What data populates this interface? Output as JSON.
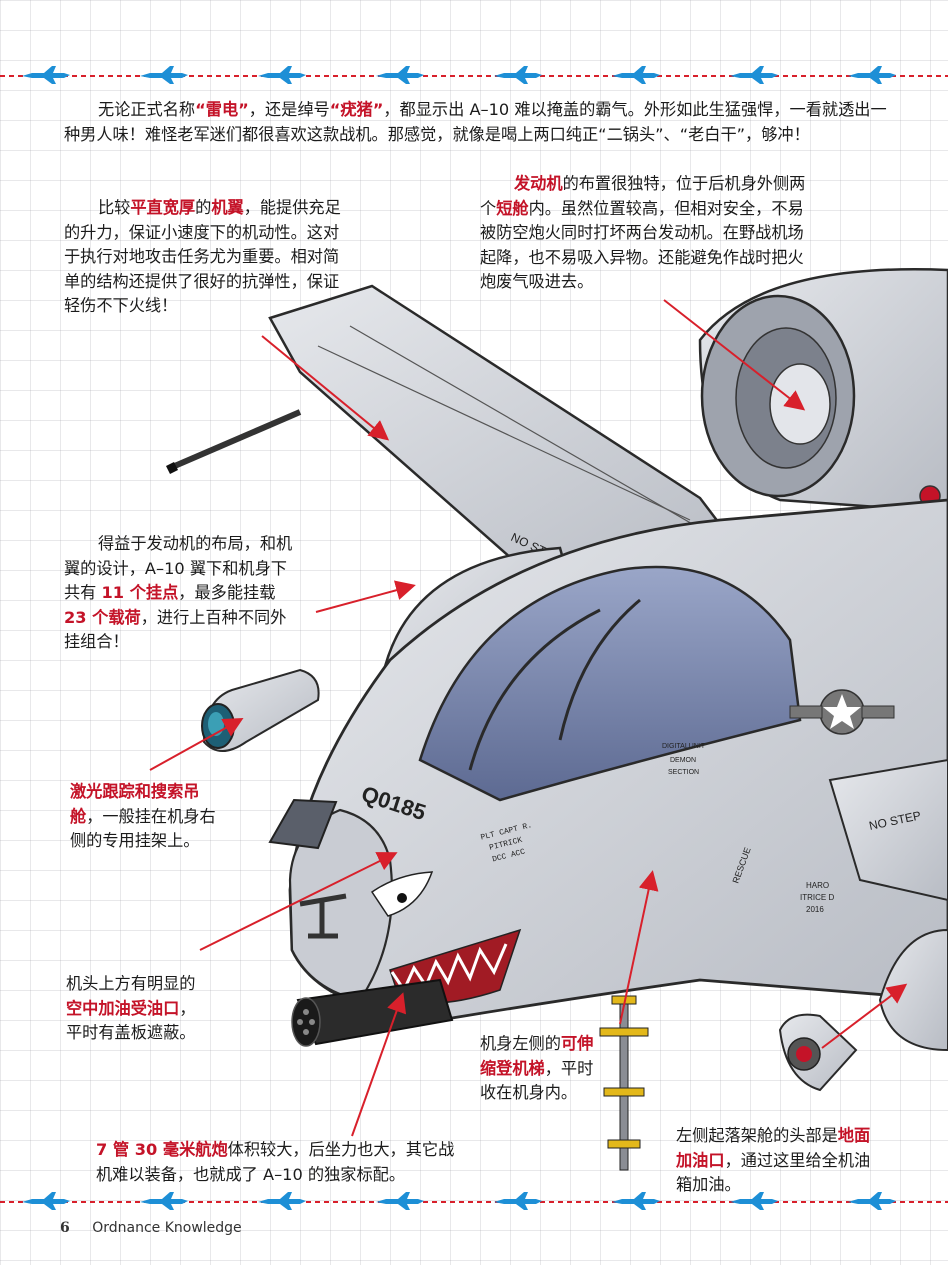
{
  "text": {
    "intro": [
      {
        "t": "无论正式名称"
      },
      {
        "t": "“雷电”",
        "hl": true
      },
      {
        "t": "，还是绰号"
      },
      {
        "t": "“疣猪”",
        "hl": true
      },
      {
        "t": "，都显示出 A–10 难以掩盖的霸气。外形如此生猛强悍，一看就透出一种男人味！难怪老军迷们都很喜欢这款战机。那感觉，就像是喝上两口纯正“二锅头”、“老白干”，够冲！"
      }
    ],
    "wing": [
      {
        "t": "比较"
      },
      {
        "t": "平直宽厚",
        "hl": true
      },
      {
        "t": "的"
      },
      {
        "t": "机翼",
        "hl": true
      },
      {
        "t": "，能提供充足的升力，保证小速度下的机动性。这对于执行对地攻击任务尤为重要。相对简单的结构还提供了很好的抗弹性，保证轻伤不下火线！"
      }
    ],
    "engine": [
      {
        "t": "发动机",
        "hl": true
      },
      {
        "t": "的布置很独特，位于后机身外侧两个"
      },
      {
        "t": "短舱",
        "hl": true
      },
      {
        "t": "内。虽然位置较高，但相对安全，不易被防空炮火同时打坏两台发动机。在野战机场起降，也不易吸入异物。还能避免作战时把火炮废气吸进去。"
      }
    ],
    "hardpoints": [
      {
        "t": "得益于发动机的布局，和机翼的设计，A–10 翼下和机身下共有 "
      },
      {
        "t": "11 个挂点",
        "hl": true
      },
      {
        "t": "，最多能挂载 "
      },
      {
        "t": "23 个载荷",
        "hl": true
      },
      {
        "t": "，进行上百种不同外挂组合！"
      }
    ],
    "laser": [
      {
        "t": "激光跟踪和搜索吊舱",
        "hl": true
      },
      {
        "t": "，一般挂在机身右侧的专用挂架上。"
      }
    ],
    "refuel": [
      {
        "t": "机头上方有明显的"
      },
      {
        "t": "空中加油受油口",
        "hl": true
      },
      {
        "t": "，平时有盖板遮蔽。"
      }
    ],
    "ladder": [
      {
        "t": "机身左侧的"
      },
      {
        "t": "可伸缩登机梯",
        "hl": true
      },
      {
        "t": "，平时收在机身内。"
      }
    ],
    "gun": [
      {
        "t": "7 管 30 毫米航炮",
        "hl": true
      },
      {
        "t": "体积较大，后坐力也大，其它战机难以装备，也就成了 A–10 的独家标配。"
      }
    ],
    "port": [
      {
        "t": "左侧起落架舱的头部是"
      },
      {
        "t": "地面加油口",
        "hl": true
      },
      {
        "t": "，通过这里给全机油箱加油。"
      }
    ]
  },
  "aircraft": {
    "tail_number": "Q0185",
    "wing_marking": "NO STEP",
    "fuselage_marking": "NO STEP",
    "panel_text": [
      "PLT CAPT R.",
      "PITRICK",
      "DCC ACC"
    ],
    "rescue_label": "RESCUE",
    "unit_badge": [
      "DIGITALUNIT",
      "DEMON",
      "SECTION"
    ],
    "side_text": [
      "HARO",
      "ITRICE D",
      "2016"
    ]
  },
  "footer": {
    "page_number": "6",
    "magazine": "Ordnance Knowledge"
  },
  "colors": {
    "highlight": "#c41328",
    "plane_icon": "#1d8fd6",
    "dash": "#d8202b"
  }
}
